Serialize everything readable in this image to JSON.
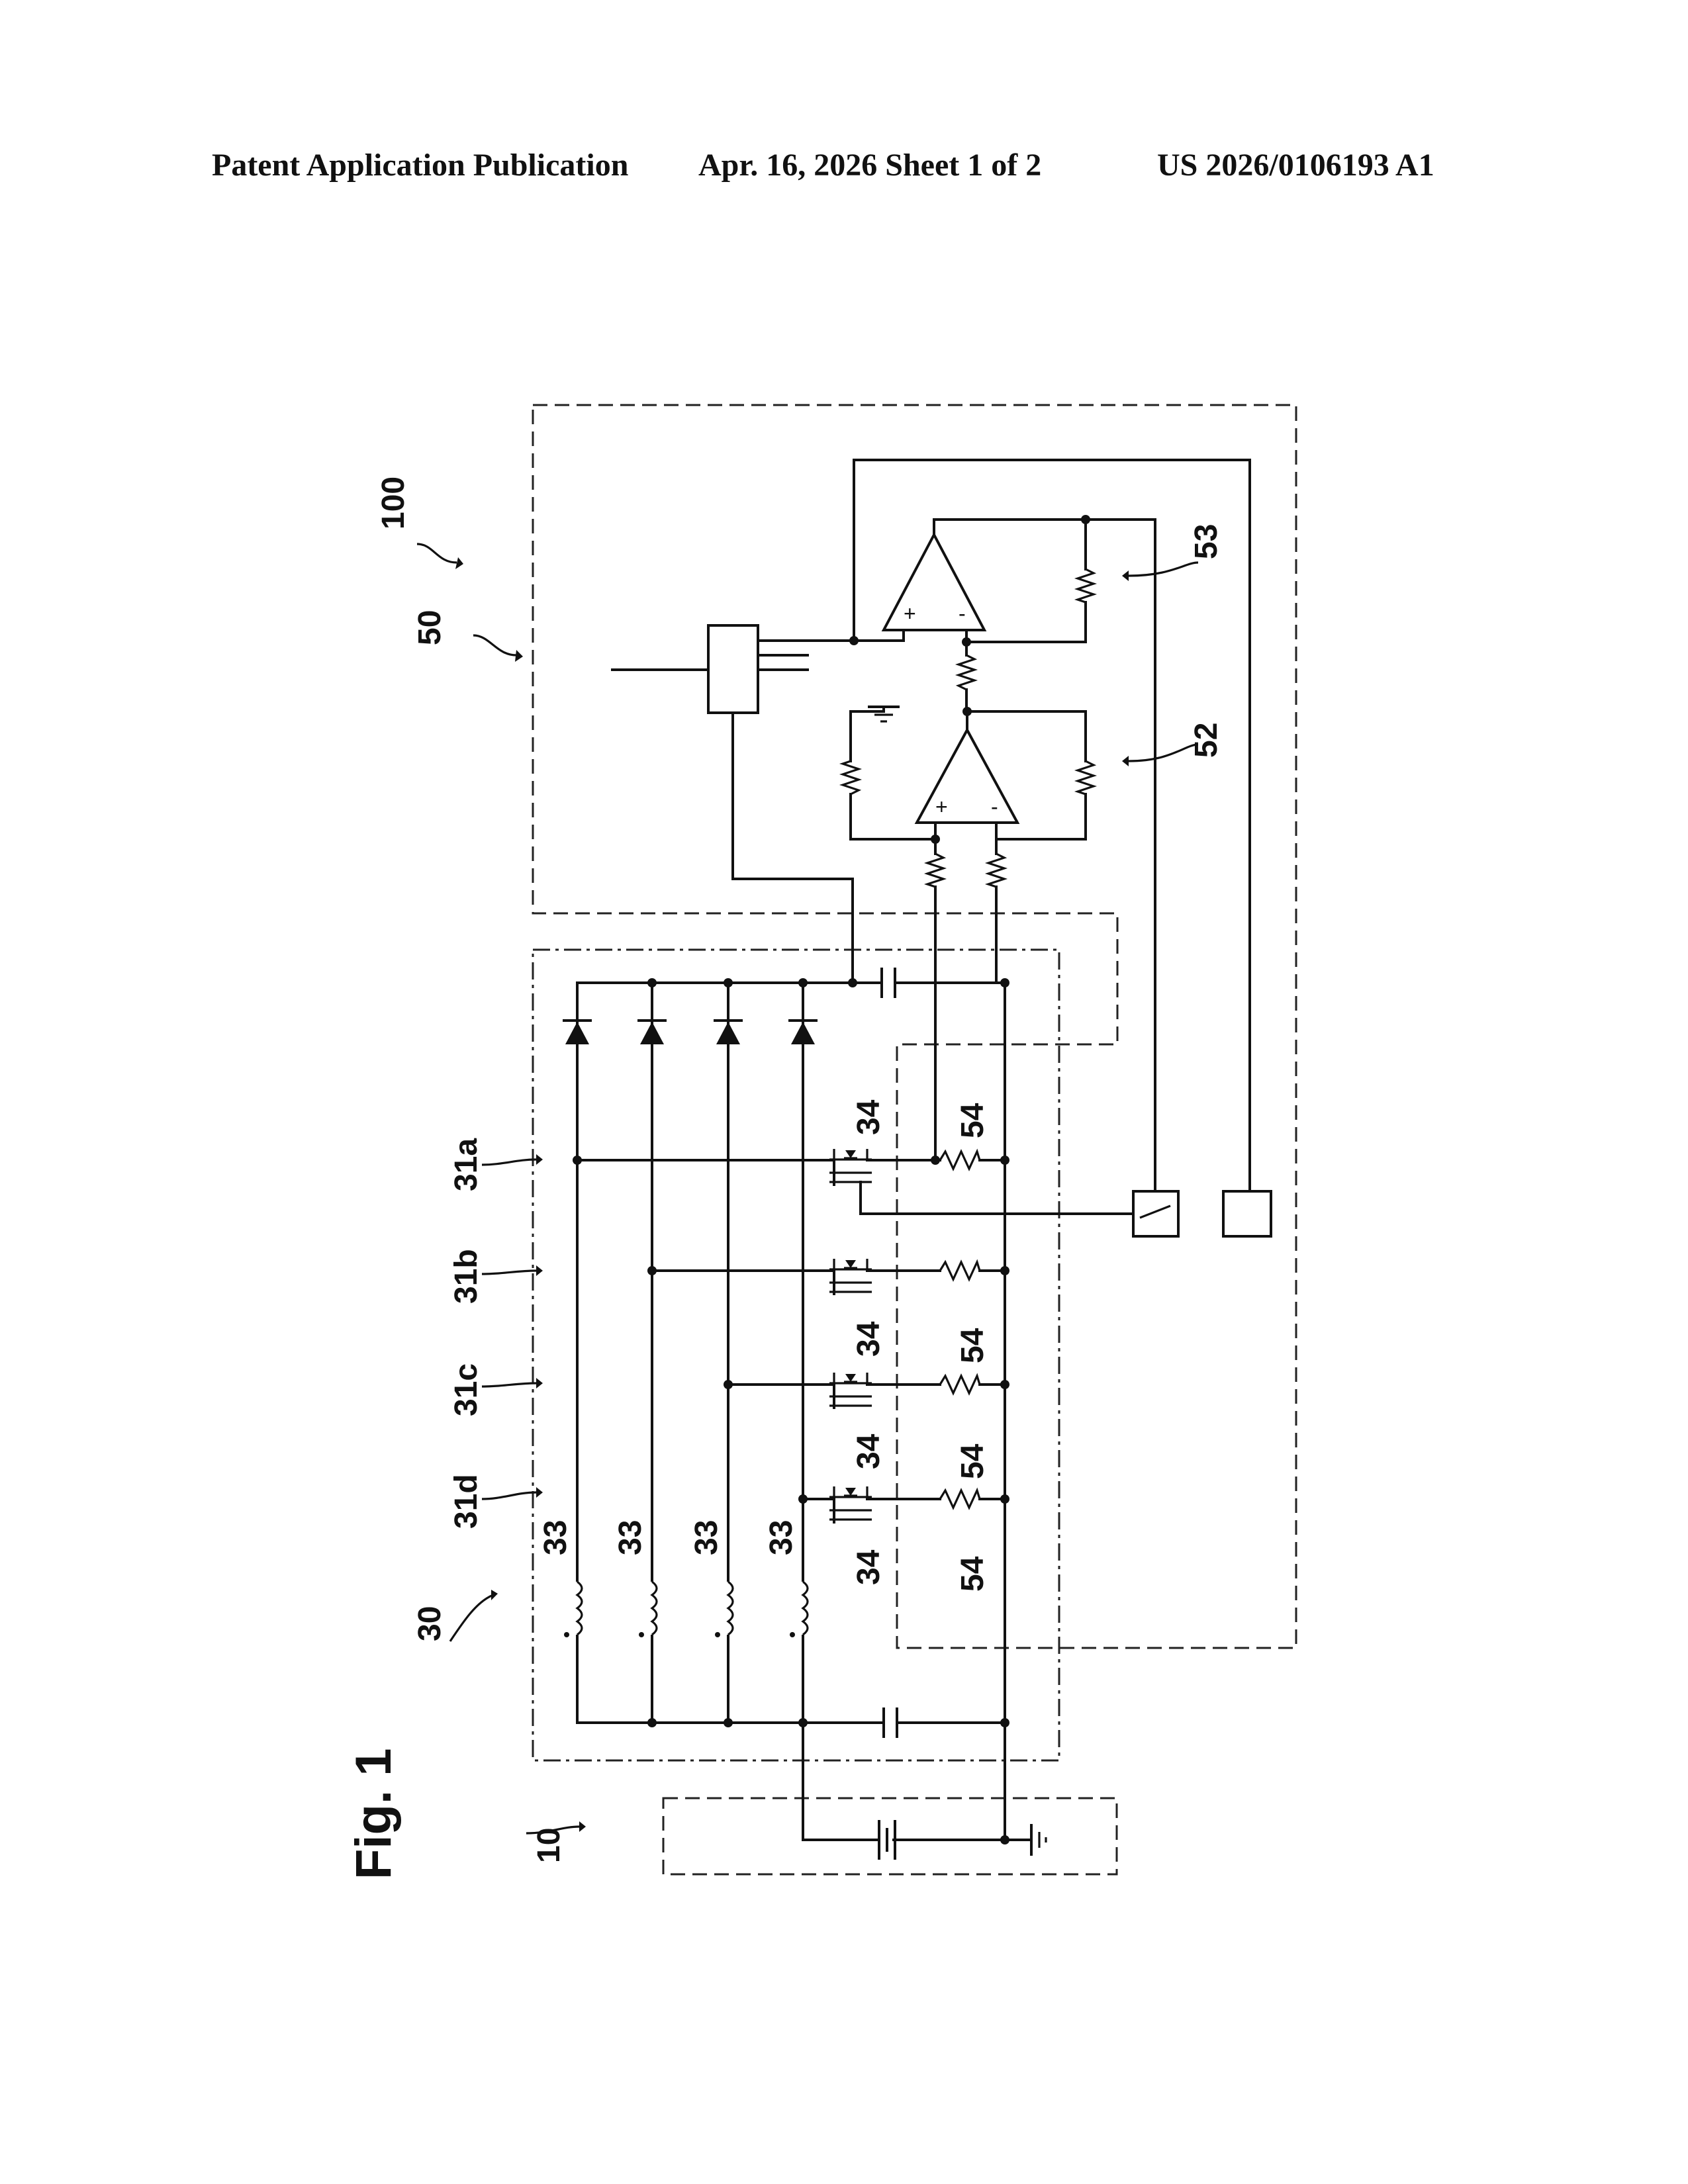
{
  "header": {
    "left": "Patent Application Publication",
    "middle": "Apr. 16, 2026  Sheet 1 of 2",
    "right": "US 2026/0106193 A1"
  },
  "figure": {
    "title": "Fig. 1",
    "ref_100": "100",
    "ref_50": "50",
    "ref_52": "52",
    "ref_53": "53",
    "ref_30": "30",
    "ref_10": "10",
    "ref_31a": "31a",
    "ref_31b": "31b",
    "ref_31c": "31c",
    "ref_31d": "31d",
    "ref_33": "33",
    "ref_34": "34",
    "ref_54": "54",
    "plus": "+",
    "minus": "-"
  }
}
